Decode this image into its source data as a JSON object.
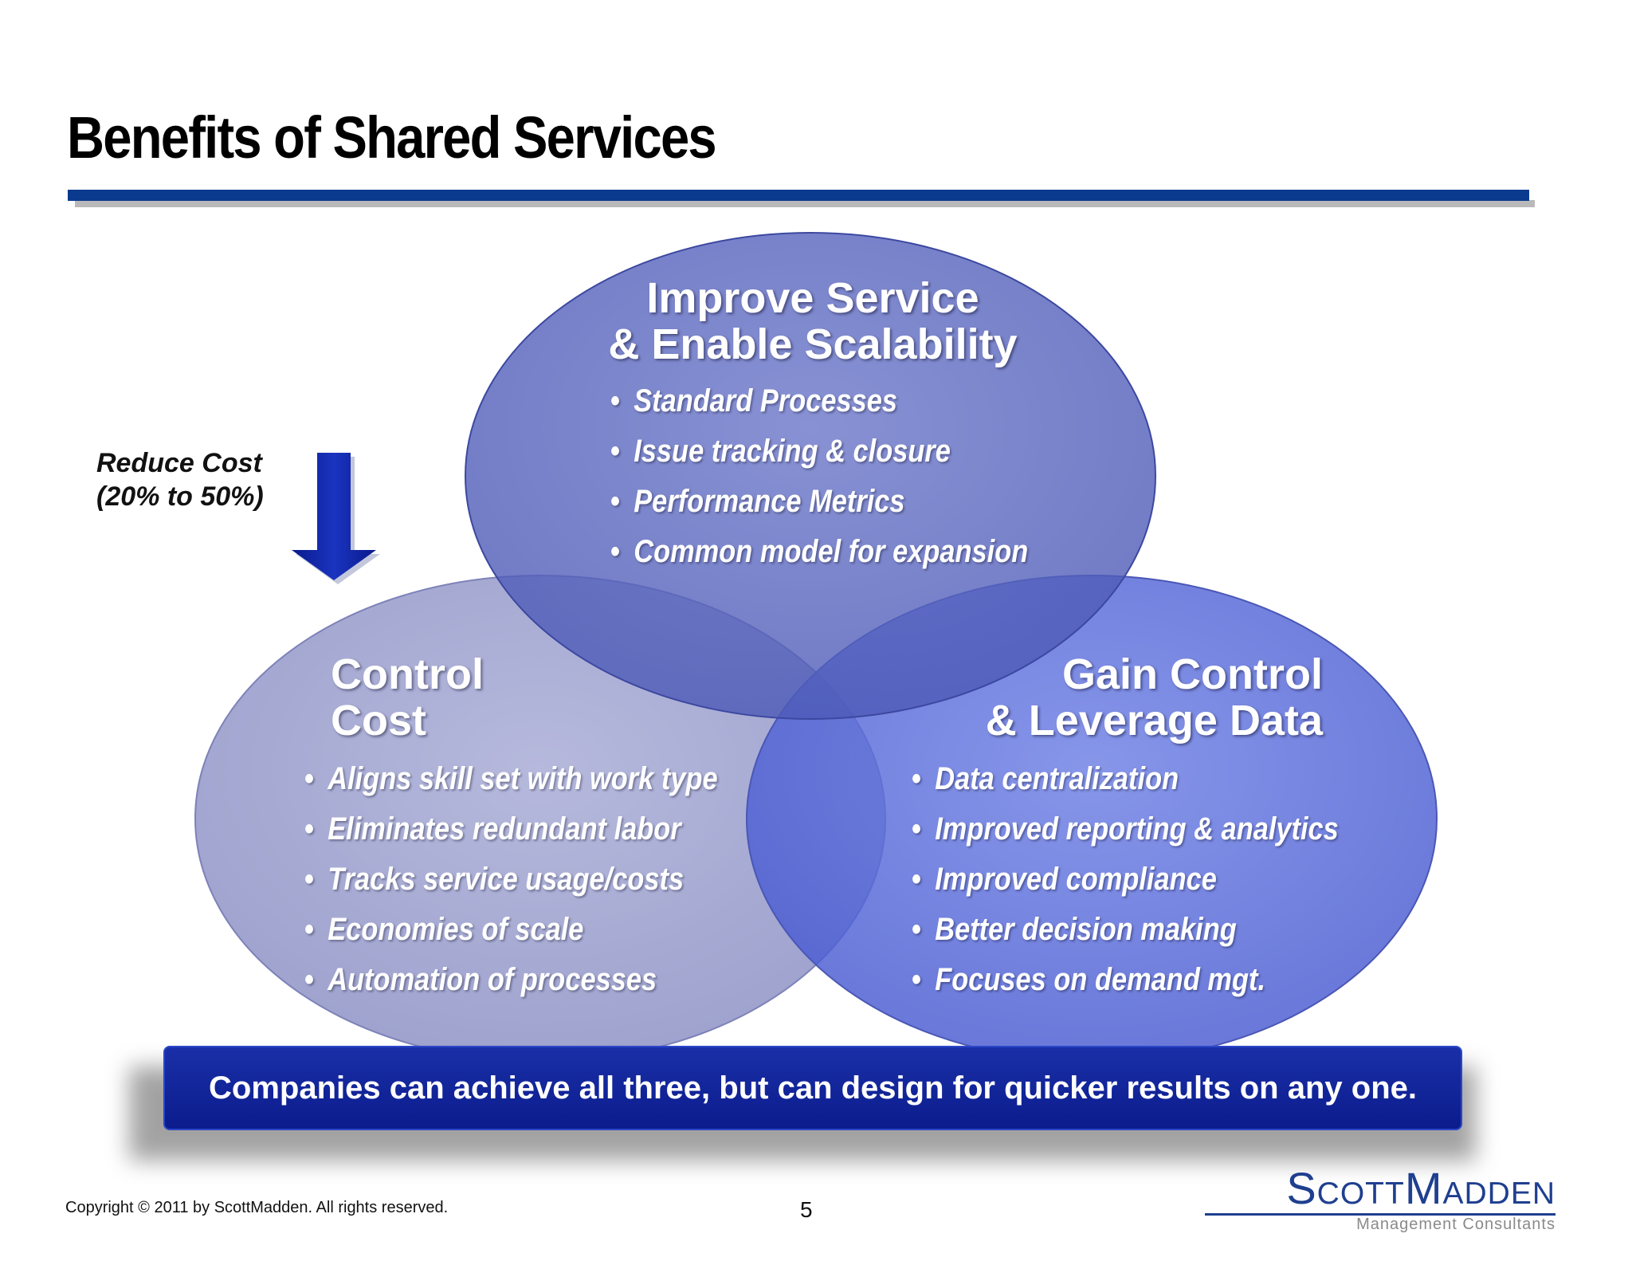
{
  "slide": {
    "title": "Benefits of Shared Services",
    "copyright": "Copyright © 2011 by ScottMadden. All rights reserved.",
    "page_number": "5"
  },
  "reduce_cost": {
    "line1": "Reduce Cost",
    "line2": "(20% to 50%)"
  },
  "circles": {
    "top": {
      "title_line1": "Improve Service",
      "title_line2": "& Enable Scalability",
      "bullets": [
        "Standard Processes",
        "Issue tracking & closure",
        "Performance Metrics",
        "Common model for expansion"
      ]
    },
    "left": {
      "title_line1": "Control",
      "title_line2": "Cost",
      "bullets": [
        "Aligns skill set with work type",
        "Eliminates redundant labor",
        "Tracks service usage/costs",
        "Economies of scale",
        "Automation of processes"
      ]
    },
    "right": {
      "title_line1": "Gain Control",
      "title_line2": "& Leverage Data",
      "bullets": [
        "Data centralization",
        "Improved reporting & analytics",
        "Improved compliance",
        "Better decision making",
        "Focuses on demand mgt."
      ]
    }
  },
  "banner": {
    "text": "Companies can achieve all three, but can design for quicker results on any one."
  },
  "logo": {
    "name": "ScottMadden",
    "tagline": "Management Consultants"
  },
  "colors": {
    "rule": "#0a3a8e",
    "top_circle": "#5563c0",
    "left_circle": "#9ba0cf",
    "right_circle": "#4e61da",
    "banner": "#0f22a0",
    "arrow": "#0b1fa6"
  }
}
